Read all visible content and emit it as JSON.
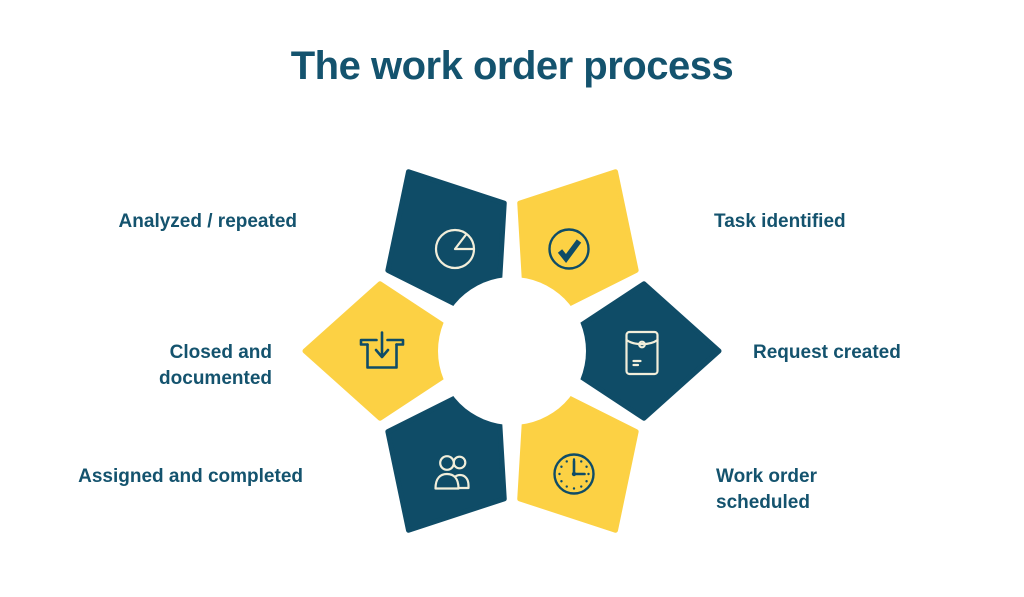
{
  "title": "The work order process",
  "colors": {
    "dark": "#0f4c67",
    "yellow": "#fcd144",
    "cream": "#f2eeda",
    "text": "#14536e",
    "background": "#ffffff"
  },
  "diagram": {
    "type": "cycle-flower",
    "petal_count": 6,
    "steps": [
      {
        "label": "Task identified",
        "icon": "check-circle-icon",
        "petal_color": "yellow",
        "position": "top-right"
      },
      {
        "label": "Request created",
        "icon": "envelope-icon",
        "petal_color": "dark",
        "position": "right"
      },
      {
        "label": "Work order\nscheduled",
        "icon": "clock-icon",
        "petal_color": "yellow",
        "position": "bottom-right"
      },
      {
        "label": "Assigned and completed",
        "icon": "people-icon",
        "petal_color": "dark",
        "position": "bottom-left"
      },
      {
        "label": "Closed and\ndocumented",
        "icon": "archive-box-icon",
        "petal_color": "yellow",
        "position": "left"
      },
      {
        "label": "Analyzed / repeated",
        "icon": "pie-chart-icon",
        "petal_color": "dark",
        "position": "top-left"
      }
    ]
  }
}
